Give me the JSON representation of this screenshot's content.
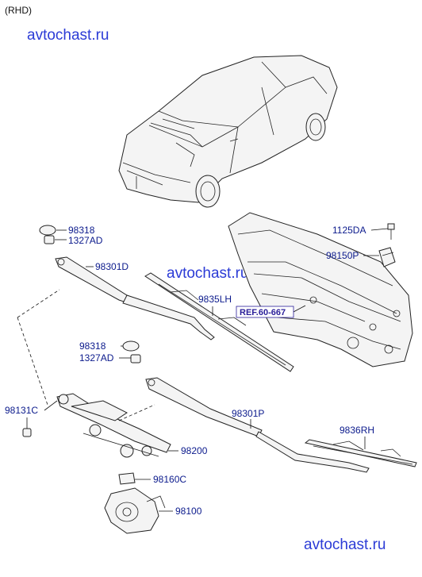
{
  "header": {
    "variant": "(RHD)"
  },
  "watermarks": [
    "avtochast.ru",
    "avtochast.ru",
    "avtochast.ru"
  ],
  "reference": "REF.60-667",
  "parts": [
    {
      "code": "98318"
    },
    {
      "code": "1327AD"
    },
    {
      "code": "98301D"
    },
    {
      "code": "9835LH"
    },
    {
      "code": "1125DA"
    },
    {
      "code": "98150P"
    },
    {
      "code": "98318"
    },
    {
      "code": "1327AD"
    },
    {
      "code": "98131C"
    },
    {
      "code": "98301P"
    },
    {
      "code": "98200"
    },
    {
      "code": "9836RH"
    },
    {
      "code": "98160C"
    },
    {
      "code": "98100"
    }
  ],
  "colors": {
    "label": "#0b1a8c",
    "watermark": "#2b3bd6",
    "reference": "#2a1e9a"
  }
}
